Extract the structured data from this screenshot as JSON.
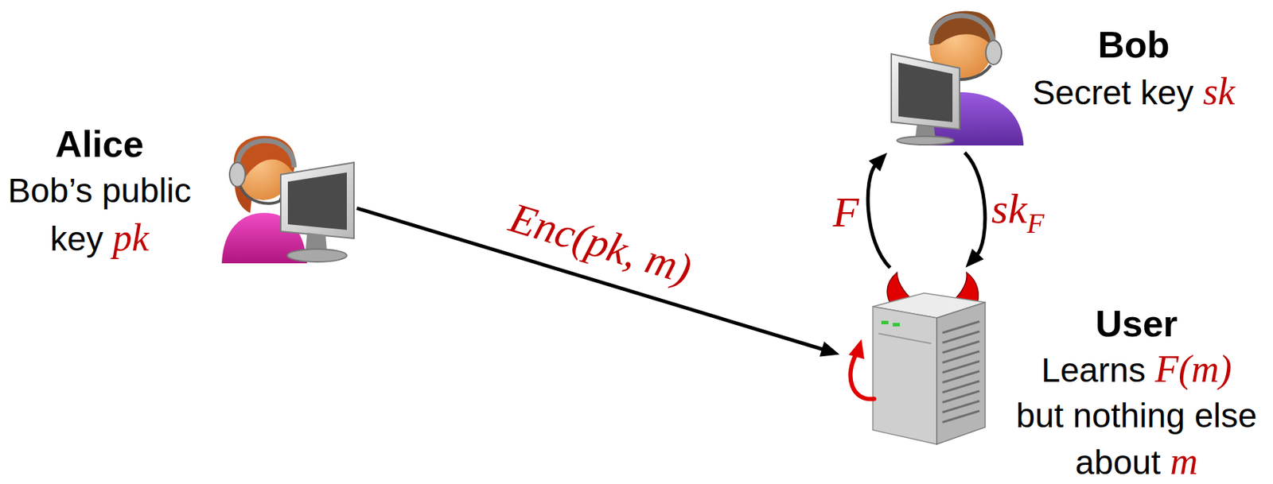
{
  "diagram": {
    "nodes": [
      {
        "text": [
          "Alice",
          "Bob’s public key",
          "pk"
        ]
      },
      {
        "text": [
          "Bob",
          "Secret key",
          "sk"
        ]
      },
      {
        "text": [
          "User",
          "Learns",
          "F(m)",
          "but nothing else about",
          "m"
        ]
      }
    ],
    "edges": [
      {
        "from": 0,
        "to": 2,
        "arrow": "to",
        "label": "Enc(pk, m)"
      },
      {
        "from": 2,
        "to": 1,
        "arrow": "to",
        "label": "F"
      },
      {
        "from": 1,
        "to": 2,
        "arrow": "to",
        "label": "sk"
      }
    ],
    "labels": [
      "F"
    ]
  }
}
